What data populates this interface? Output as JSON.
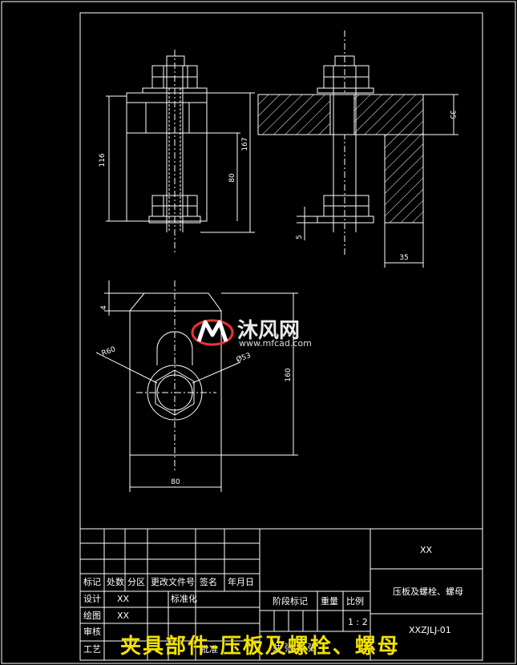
{
  "drawing": {
    "front_view": {
      "dim_total": "116",
      "dim_height": "167",
      "dim_bolt": "80"
    },
    "side_view": {
      "dim_plate": "35",
      "dim_nut": "5",
      "dim_block": "35"
    },
    "top_view": {
      "dim_slot": "R60",
      "dim_dia": "Ø53",
      "dim_length": "160",
      "dim_width": "80",
      "dim_gap": "4"
    }
  },
  "title_block": {
    "company": "XX",
    "part_name": "压板及螺栓、螺母",
    "drawing_no": "XXZJLJ-01",
    "scale_label": "比例",
    "scale_value": "1 : 2",
    "stage_label": "阶段标记",
    "weight_label": "重量",
    "header_labels": [
      "标记",
      "处数",
      "分区",
      "更改文件号",
      "签名",
      "年月日"
    ],
    "design_label": "设计",
    "design_value": "XX",
    "standard_label": "标准化",
    "draw_label": "绘图",
    "draw_value": "XX",
    "review_label": "审核",
    "process_label": "工艺",
    "approve_label": "批准",
    "sheet_text": "共  张  第  张"
  },
  "watermark": {
    "brand": "沐风网",
    "url": "www.mfcad.com"
  },
  "banner": "夹具部件-压板及螺栓、螺母"
}
